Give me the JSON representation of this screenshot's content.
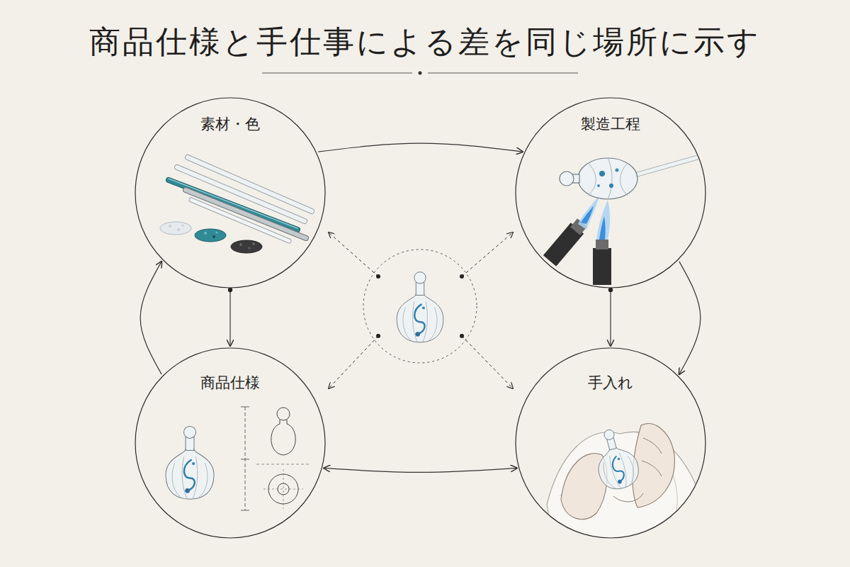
{
  "diagram": {
    "title": "商品仕様と手仕事による差を同じ場所に示す",
    "nodes": [
      {
        "text": [
          "素材・色"
        ]
      },
      {
        "text": [
          "製造工程"
        ]
      },
      {
        "text": [
          "商品仕様"
        ]
      },
      {
        "text": [
          "手入れ"
        ]
      }
    ],
    "edges": [
      {
        "from": 0,
        "to": 1,
        "arrow": "to"
      },
      {
        "from": 1,
        "to": 3,
        "arrow": "to"
      },
      {
        "from": 0,
        "to": 2,
        "arrow": "to"
      },
      {
        "from": 1,
        "to": 3,
        "arrow": "to"
      },
      {
        "from": 2,
        "to": 3,
        "arrow": "both"
      },
      {
        "from": 2,
        "to": 0,
        "arrow": "to"
      }
    ]
  }
}
